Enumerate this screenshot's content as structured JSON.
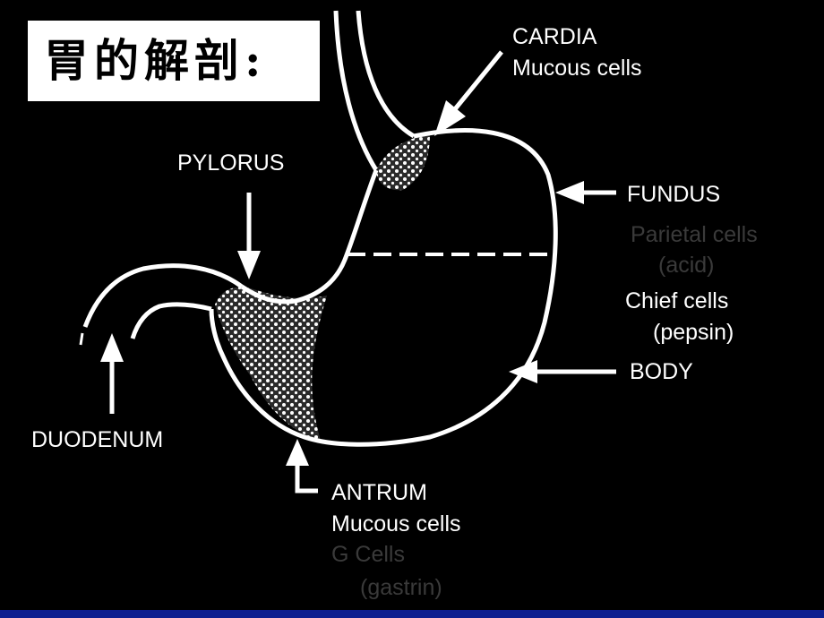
{
  "title": "胃的解剖:",
  "labels": {
    "cardia": "CARDIA",
    "cardia_cells": "Mucous cells",
    "pylorus": "PYLORUS",
    "fundus": "FUNDUS",
    "parietal": "Parietal cells",
    "acid": "(acid)",
    "chief": "Chief cells",
    "pepsin": "(pepsin)",
    "body": "BODY",
    "duodenum": "DUODENUM",
    "antrum": "ANTRUM",
    "antrum_cells": "Mucous cells",
    "g_cells": "G Cells",
    "gastrin": "(gastrin)"
  },
  "colors": {
    "background": "#000000",
    "line": "#ffffff",
    "faded_text": "#3a3a3a",
    "footer_bar": "#0d1f8f"
  }
}
